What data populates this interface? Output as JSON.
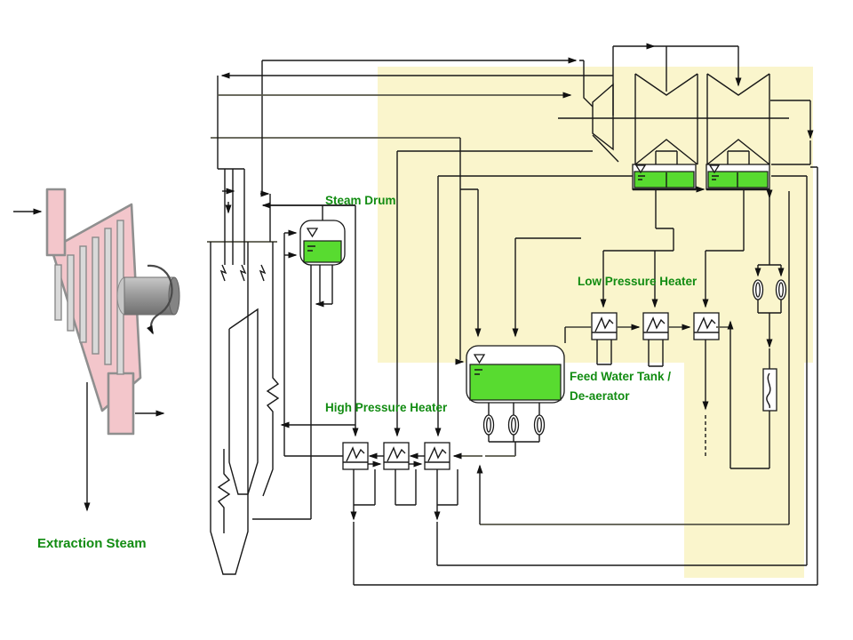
{
  "diagram": {
    "labels": {
      "steam_drum": "Steam Drum",
      "low_pressure_heater": "Low Pressure Heater",
      "feed_water_tank_line1": "Feed Water Tank /",
      "feed_water_tank_line2": "De-aerator",
      "high_pressure_heater": "High Pressure Heater",
      "extraction_steam": "Extraction Steam"
    },
    "colors": {
      "highlight_yellow": "#FAF5CC",
      "component_green": "#58DB30",
      "label_green": "#128C12",
      "line_olive": "#57574A",
      "turbine_pink": "#F3C6CB",
      "shaft_gray": "#9C9C9C"
    },
    "components": [
      "turbine-cross-section",
      "extraction-steam-line",
      "boiler-furnace",
      "steam-drum",
      "hp-turbine",
      "lp-turbine-1",
      "lp-turbine-2",
      "condenser-hotwell-1",
      "condenser-hotwell-2",
      "condensate-pumps",
      "drain-cooler",
      "low-pressure-heaters",
      "feed-water-tank-deaerator",
      "boiler-feed-pumps",
      "high-pressure-heaters"
    ]
  }
}
